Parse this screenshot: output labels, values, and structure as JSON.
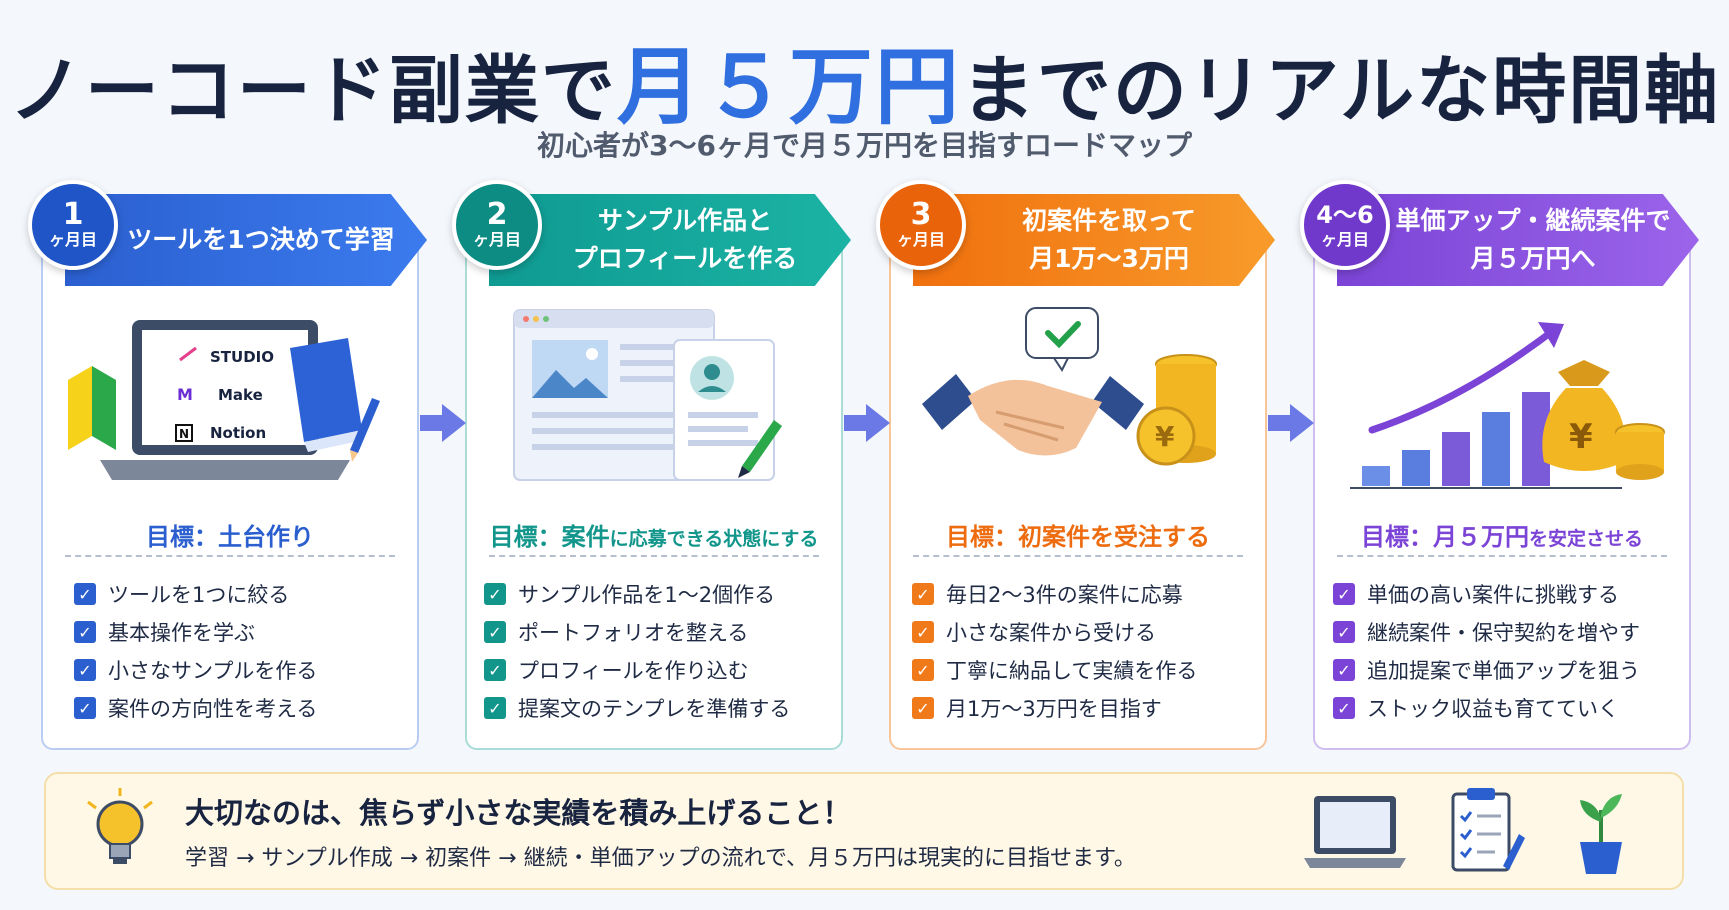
{
  "title": {
    "prefix": "ノーコード副業で",
    "highlight": "月５万円",
    "suffix": "までのリアルな時間軸"
  },
  "subtitle": "初心者が3〜6ヶ月で月５万円を目指すロードマップ",
  "colors": {
    "step1": "#2b5fcf",
    "step2": "#12968c",
    "step3": "#f07a1a",
    "step4": "#7b44d6",
    "tip_bg": "#fff8e6"
  },
  "steps": [
    {
      "num": "1",
      "unit": "ヶ月目",
      "banner_line1": "ツールを1つ決めて学習",
      "banner_line2": "",
      "illustration": [
        "beginner-mark-icon",
        "laptop-icon",
        "book-icon",
        "pencil-icon"
      ],
      "tools": [
        "STUDIO",
        "Make",
        "Notion"
      ],
      "goal_prefix": "目標：",
      "goal_main": "土台作り",
      "goal_small": "",
      "items": [
        "ツールを1つに絞る",
        "基本操作を学ぶ",
        "小さなサンプルを作る",
        "案件の方向性を考える"
      ]
    },
    {
      "num": "2",
      "unit": "ヶ月目",
      "banner_line1": "サンプル作品と",
      "banner_line2": "プロフィールを作る",
      "illustration": [
        "browser-window-icon",
        "profile-card-icon",
        "pen-icon"
      ],
      "goal_prefix": "目標：",
      "goal_main": "案件",
      "goal_small": "に応募できる状態にする",
      "items": [
        "サンプル作品を1〜2個作る",
        "ポートフォリオを整える",
        "プロフィールを作り込む",
        "提案文のテンプレを準備する"
      ]
    },
    {
      "num": "3",
      "unit": "ヶ月目",
      "banner_line1": "初案件を取って",
      "banner_line2": "月1万〜3万円",
      "illustration": [
        "check-bubble-icon",
        "handshake-icon",
        "yen-coins-icon"
      ],
      "goal_prefix": "目標：",
      "goal_main": "初案件を受注する",
      "goal_small": "",
      "items": [
        "毎日2〜3件の案件に応募",
        "小さな案件から受ける",
        "丁寧に納品して実績を作る",
        "月1万〜3万円を目指す"
      ]
    },
    {
      "num": "4〜6",
      "unit": "ヶ月目",
      "banner_line1": "単価アップ・継続案件で",
      "banner_line2": "月５万円へ",
      "illustration": [
        "growth-chart-icon",
        "money-bag-icon",
        "coins-icon"
      ],
      "goal_prefix": "目標：",
      "goal_main": "月５万円",
      "goal_small": "を安定させる",
      "items": [
        "単価の高い案件に挑戦する",
        "継続案件・保守契約を増やす",
        "追加提案で単価アップを狙う",
        "ストック収益も育てていく"
      ]
    }
  ],
  "tip": {
    "heading": "大切なのは、焦らず小さな実績を積み上げること！",
    "body": "学習 → サンプル作成 → 初案件 → 継続・単価アップの流れで、月５万円は現実的に目指せます。",
    "icons": [
      "lightbulb-icon",
      "laptop-icon",
      "clipboard-checklist-icon",
      "plant-pot-icon"
    ]
  }
}
